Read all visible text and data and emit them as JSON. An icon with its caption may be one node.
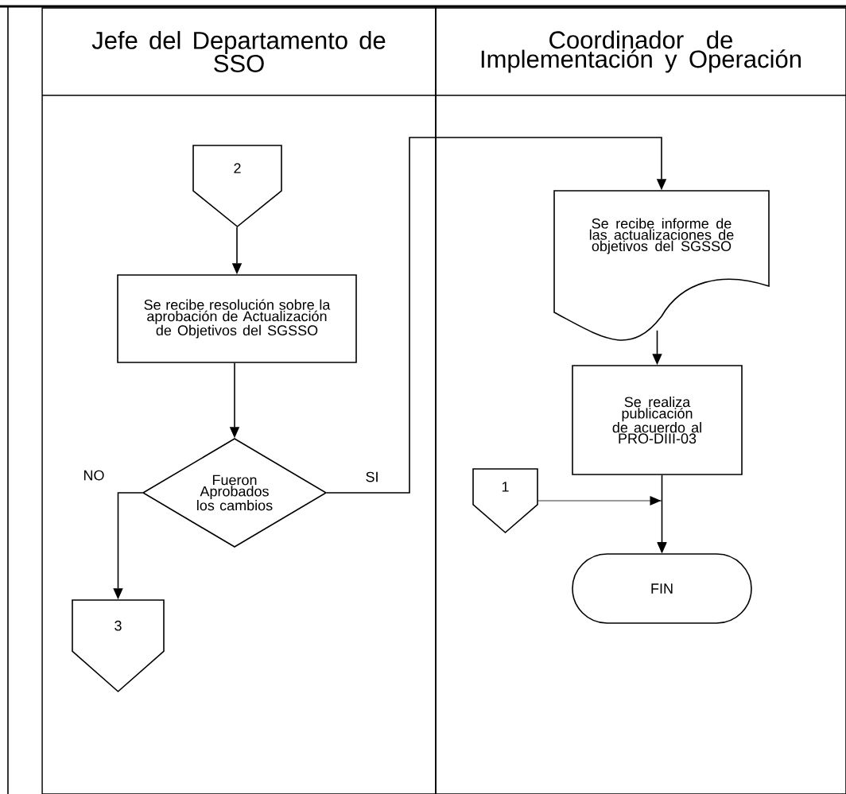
{
  "diagram": {
    "nodes": [
      {
        "text": [
          "Jefe del Departamento de SSO"
        ]
      },
      {
        "text": [
          "Coordinador de Implementación y Operación"
        ]
      },
      {
        "text": [
          "2"
        ],
        "in": 0
      },
      {
        "text": [
          "Se recibe resolución sobre la aprobación de Actualización de Objetivos del SGSSO"
        ],
        "in": 0
      },
      {
        "text": [
          "Fueron Aprobados los cambios"
        ],
        "in": 0
      },
      {
        "text": [
          "3"
        ],
        "in": 0
      },
      {
        "text": [
          "Se recibe informe de las actualizaciones de objetivos del SGSSO"
        ],
        "in": 1
      },
      {
        "text": [
          "Se realiza publicación de acuerdo al PRO-DIII-03"
        ],
        "in": 1
      },
      {
        "text": [
          "1"
        ],
        "in": 1
      },
      {
        "text": [
          "FIN"
        ],
        "in": 1
      }
    ],
    "edges": [
      {
        "from": 2,
        "to": 3,
        "arrow": "to"
      },
      {
        "from": 3,
        "to": 4,
        "arrow": "to"
      },
      {
        "from": 4,
        "to": 5,
        "arrow": "to",
        "label": "NO"
      },
      {
        "from": 4,
        "to": 6,
        "arrow": "to",
        "label": "SI"
      },
      {
        "from": 6,
        "to": 7,
        "arrow": "to"
      },
      {
        "from": 7,
        "to": 9,
        "arrow": "to"
      },
      {
        "from": 8,
        "to": 9,
        "arrow": "to"
      }
    ]
  }
}
